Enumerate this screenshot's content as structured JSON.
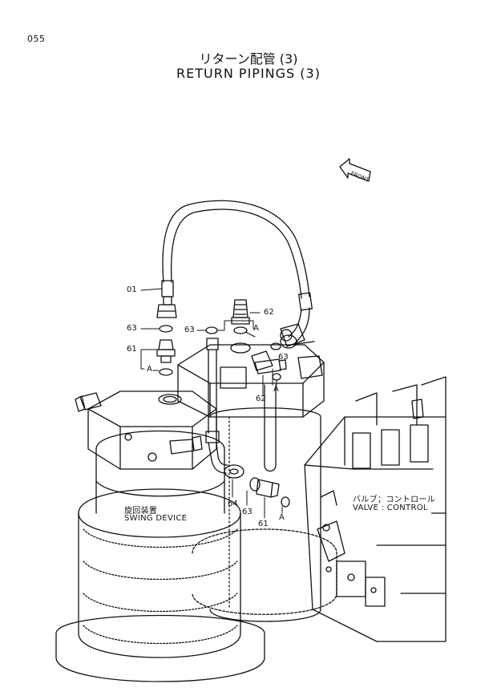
{
  "page": {
    "number": "055"
  },
  "title": {
    "jp": "リターン配管 (3)",
    "en": "RETURN PIPINGS (3)"
  },
  "direction": {
    "front": "FRONT"
  },
  "callouts": {
    "c01": "01",
    "c62": "62",
    "c63a": "63",
    "c63b": "63",
    "c63c": "63",
    "c63d": "63",
    "c61a": "61",
    "c61b": "61",
    "c64": "64",
    "refA1": "A",
    "refA2": "A",
    "refA3": "A",
    "refA4": "A"
  },
  "labels": {
    "swing_jp": "旋回装置",
    "swing_en": "SWING DEVICE",
    "valve_jp": "バルブ；コントロール",
    "valve_en": "VALVE : CONTROL"
  }
}
